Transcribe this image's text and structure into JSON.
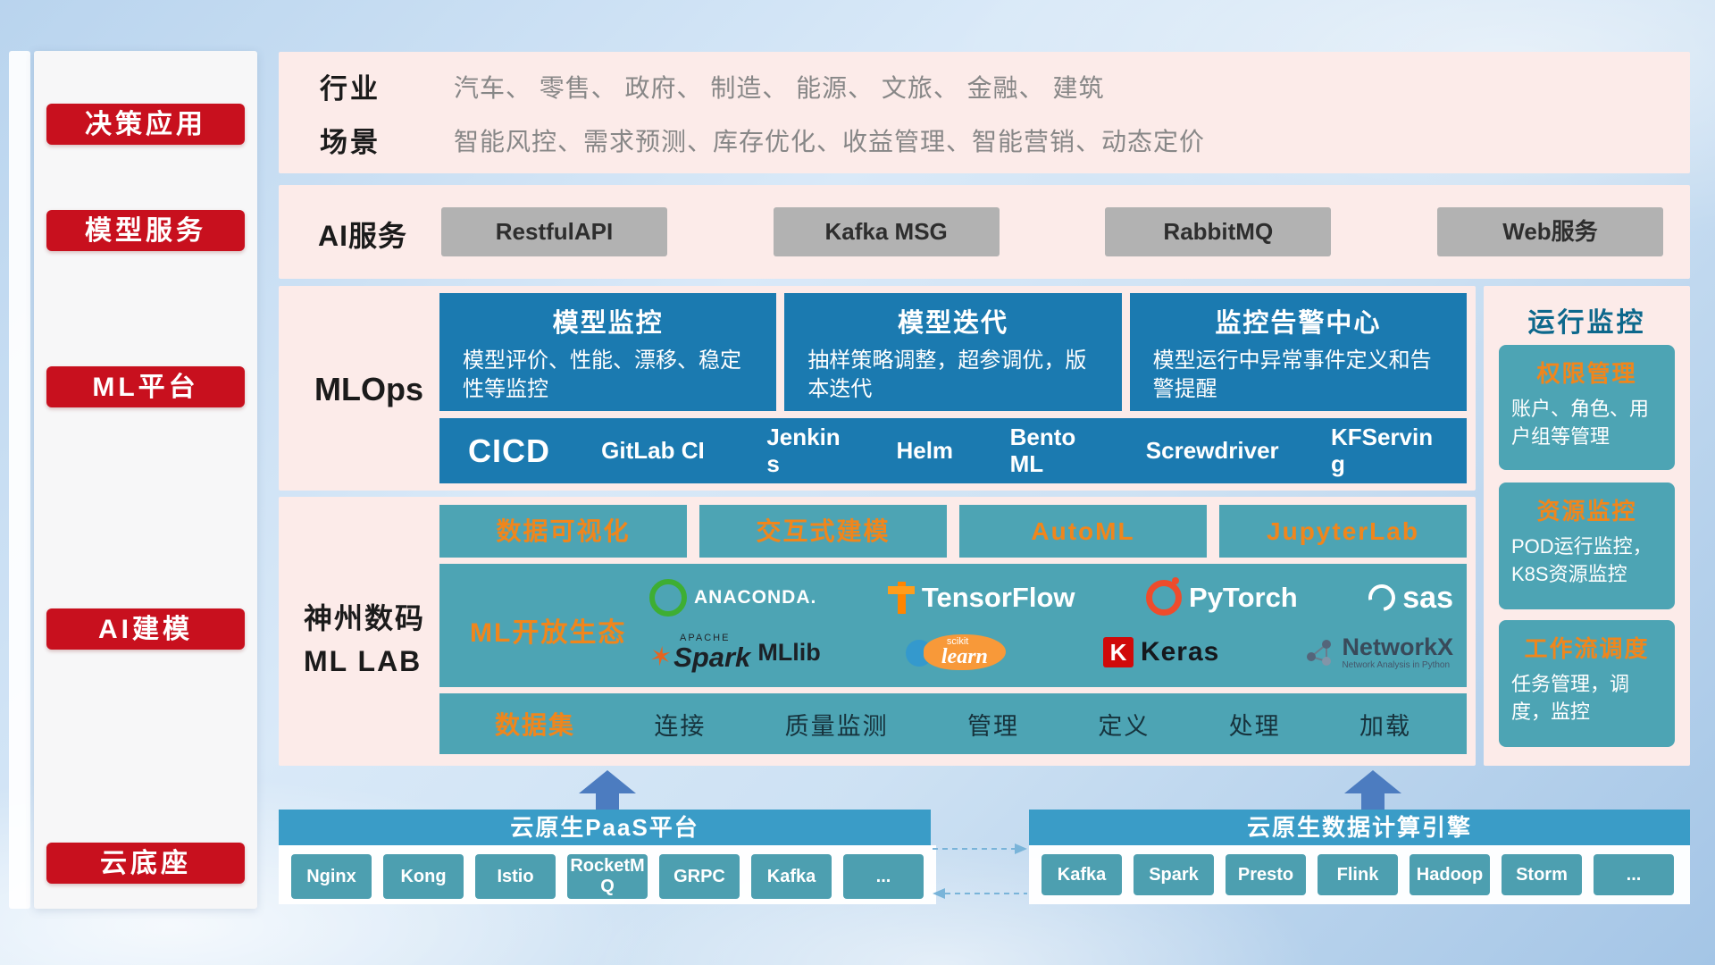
{
  "sidebar": {
    "items": [
      "决策应用",
      "模型服务",
      "ML平台",
      "AI建模",
      "云底座"
    ]
  },
  "top_row": {
    "industry_label": "行业",
    "industry_list": "汽车、 零售、 政府、 制造、 能源、 文旅、 金融、 建筑",
    "scene_label": "场景",
    "scene_list": "智能风控、需求预测、库存优化、收益管理、智能营销、动态定价"
  },
  "ai_service": {
    "label": "AI服务",
    "buttons": [
      "RestfulAPI",
      "Kafka MSG",
      "RabbitMQ",
      "Web服务"
    ]
  },
  "mlops": {
    "label": "MLOps",
    "cards": [
      {
        "title": "模型监控",
        "body": "模型评价、性能、漂移、稳定性等监控"
      },
      {
        "title": "模型迭代",
        "body": "抽样策略调整，超参调优，版本迭代"
      },
      {
        "title": "监控告警中心",
        "body": "模型运行中异常事件定义和告警提醒"
      }
    ],
    "cicd_label": "CICD",
    "cicd_tools": [
      "GitLab CI",
      "Jenkins",
      "Helm",
      "BentoML",
      "Screwdriver",
      "KFServing"
    ]
  },
  "ml_lab": {
    "label_line1": "神州数码",
    "label_line2": "ML LAB",
    "features": [
      "数据可视化",
      "交互式建模",
      "AutoML",
      "JupyterLab"
    ],
    "eco_label": "ML开放生态",
    "logos": {
      "anaconda": "ANACONDA.",
      "tensorflow": "TensorFlow",
      "pytorch": "PyTorch",
      "sas": "sas",
      "spark_apache": "APACHE",
      "spark": "Spark",
      "mllib": "MLlib",
      "sklearn_top": "scikit",
      "sklearn": "learn",
      "keras_k": "K",
      "keras": "Keras",
      "networkx": "NetworkX",
      "networkx_sub": "Network Analysis in Python"
    },
    "dataset_label": "数据集",
    "dataset_items": [
      "连接",
      "质量监测",
      "管理",
      "定义",
      "处理",
      "加载"
    ]
  },
  "monitoring": {
    "title": "运行监控",
    "cards": [
      {
        "title": "权限管理",
        "body": "账户、角色、用户组等管理"
      },
      {
        "title": "资源监控",
        "body": "POD运行监控，K8S资源监控"
      },
      {
        "title": "工作流调度",
        "body": "任务管理，调度，监控"
      }
    ]
  },
  "cloud": {
    "paas_title": "云原生PaaS平台",
    "paas_items": [
      "Nginx",
      "Kong",
      "Istio",
      "RocketMQ",
      "GRPC",
      "Kafka",
      "..."
    ],
    "engine_title": "云原生数据计算引擎",
    "engine_items": [
      "Kafka",
      "Spark",
      "Presto",
      "Flink",
      "Hadoop",
      "Storm",
      "..."
    ]
  }
}
